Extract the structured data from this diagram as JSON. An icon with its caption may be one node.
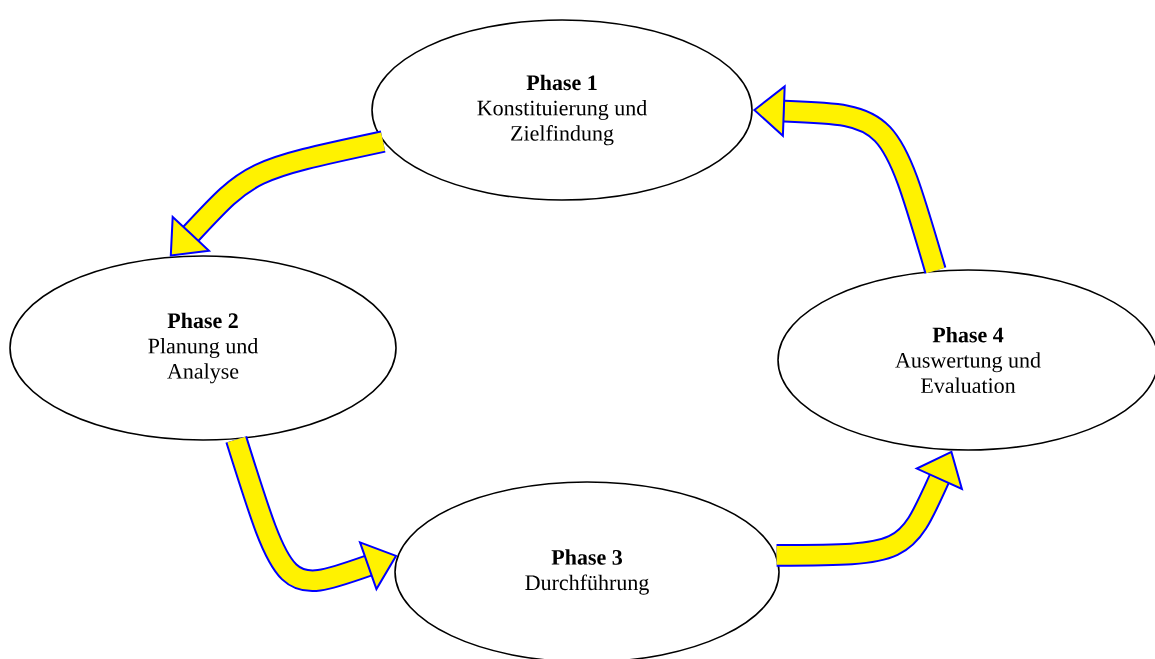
{
  "diagram": {
    "nodes": [
      {
        "text": [
          "Phase 1",
          "Konstituierung und Zielfindung"
        ]
      },
      {
        "text": [
          "Phase 2",
          "Planung und Analyse"
        ]
      },
      {
        "text": [
          "Phase 3",
          "Durchführung"
        ]
      },
      {
        "text": [
          "Phase 4",
          "Auswertung und Evaluation"
        ]
      }
    ],
    "edges": [
      {
        "from": 0,
        "to": 1,
        "arrow": "to"
      },
      {
        "from": 1,
        "to": 2,
        "arrow": "to"
      },
      {
        "from": 2,
        "to": 3,
        "arrow": "to"
      },
      {
        "from": 3,
        "to": 0,
        "arrow": "to"
      }
    ]
  }
}
